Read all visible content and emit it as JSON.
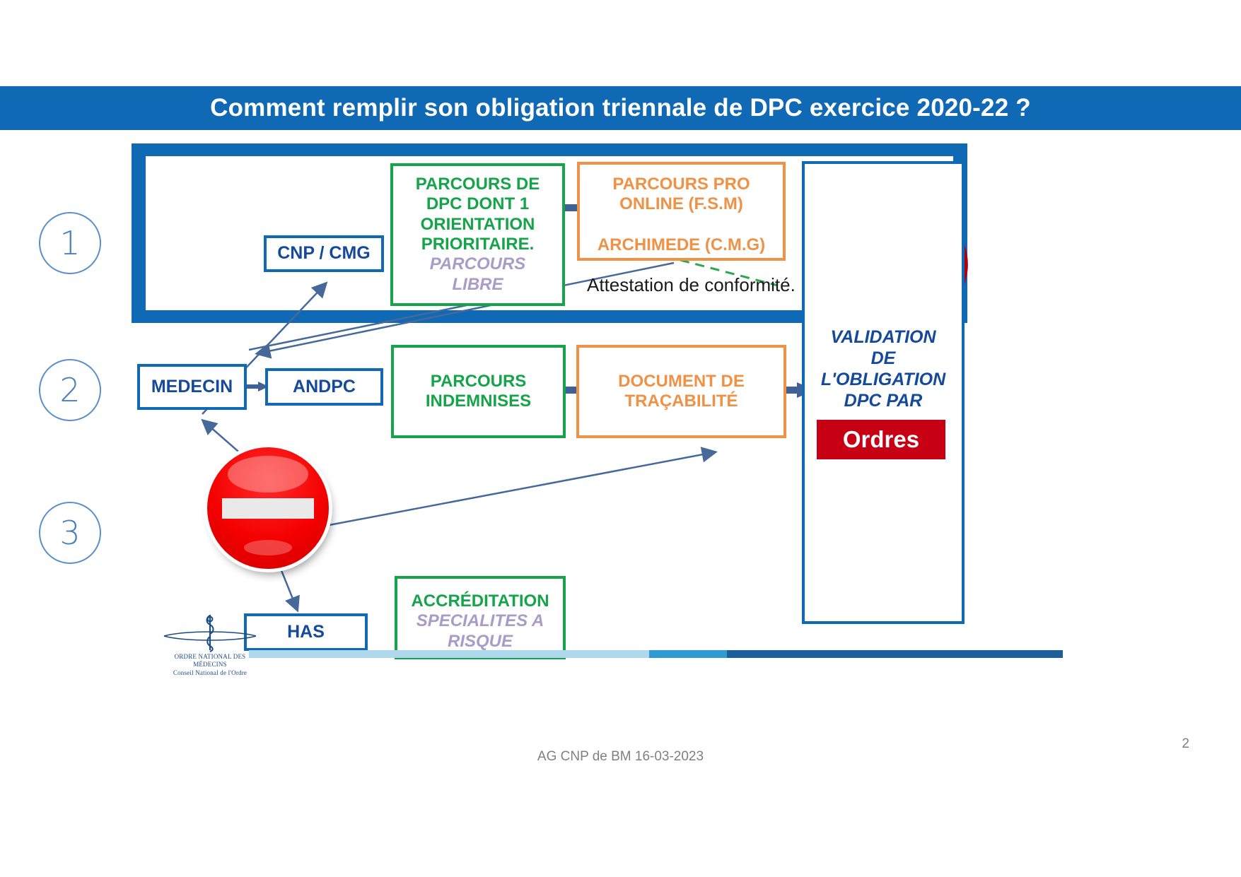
{
  "slide": {
    "title": "Comment remplir son obligation triennale de DPC exercice 2020-22 ?",
    "footer_note": "AG CNP de BM 16-03-2023",
    "page_number": "2"
  },
  "steps": [
    {
      "label": "1"
    },
    {
      "label": "2"
    },
    {
      "label": "3"
    }
  ],
  "row1": {
    "cnp_cmg": "CNP / CMG",
    "parcours_dpc": {
      "line1": "PARCOURS DE",
      "line2": "DPC DONT 1",
      "line3": "ORIENTATION",
      "line4": "PRIORITAIRE.",
      "sub1": "PARCOURS",
      "sub2": "LIBRE"
    },
    "parcours_pro": {
      "line1": "PARCOURS PRO",
      "line2": "ONLINE (F.S.M)",
      "line3": "ARCHIMEDE (C.M.G)"
    },
    "attestation": "Attestation  de conformité."
  },
  "row2": {
    "medecin": "MEDECIN",
    "andpc": "ANDPC",
    "parcours_indemnises": {
      "line1": "PARCOURS",
      "line2": "INDEMNISES"
    },
    "document_tracabilite": {
      "line1": "DOCUMENT DE",
      "line2": "TRAÇABILITÉ"
    }
  },
  "row3": {
    "has": "HAS",
    "accreditation": {
      "line1": "ACCRÉDITATION",
      "sub1": "SPECIALITES A",
      "sub2": "RISQUE"
    }
  },
  "validation": {
    "line1": "VALIDATION",
    "line2": "DE",
    "line3": "L'OBLIGATION",
    "line4": "DPC PAR",
    "badge": "Ordres"
  },
  "logo": {
    "caption_line1": "ORDRE NATIONAL DES MÉDECINS",
    "caption_line2": "Conseil National de l'Ordre"
  },
  "colors": {
    "brand_blue": "#1069b4",
    "dark_blue_text": "#14499b",
    "green": "#16a44a",
    "orange": "#ef9246",
    "violet": "#a79dc8",
    "red_badge": "#c80014",
    "red_arrow": "#b00010"
  }
}
